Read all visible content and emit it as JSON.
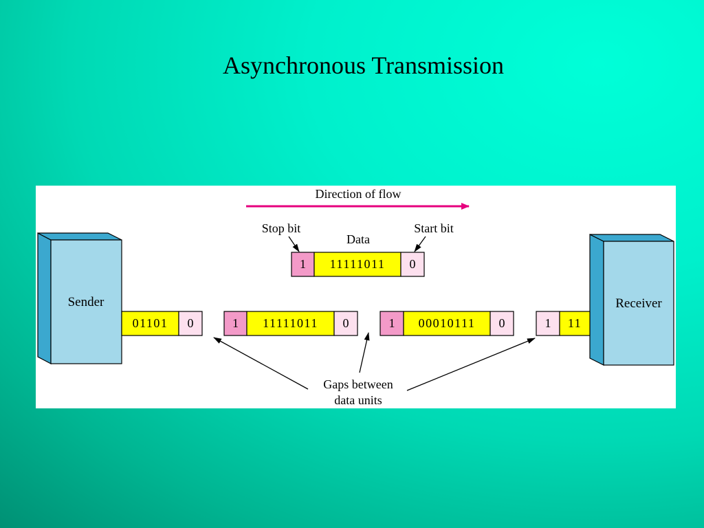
{
  "slide": {
    "title": "Asynchronous Transmission"
  },
  "figure": {
    "direction_label": "Direction of flow",
    "sender_label": "Sender",
    "receiver_label": "Receiver",
    "stop_bit_label": "Stop bit",
    "start_bit_label": "Start bit",
    "data_label": "Data",
    "gaps_label_line1": "Gaps between",
    "gaps_label_line2": "data units",
    "detail_frame": {
      "stop": "1",
      "data": "11111011",
      "start": "0"
    },
    "stream": [
      {
        "data": "01101",
        "start": "0"
      },
      {
        "stop": "1",
        "data": "11111011",
        "start": "0"
      },
      {
        "stop": "1",
        "data": "00010111",
        "start": "0"
      },
      {
        "stop": "1",
        "data": "11"
      }
    ]
  },
  "colors": {
    "stop_bit": "#f39ac8",
    "data_bits": "#ffff00",
    "start_bit": "#fde0ee",
    "device_front": "#a3d8ea",
    "device_side": "#3ba8cf",
    "flow_arrow": "#e6007e"
  }
}
